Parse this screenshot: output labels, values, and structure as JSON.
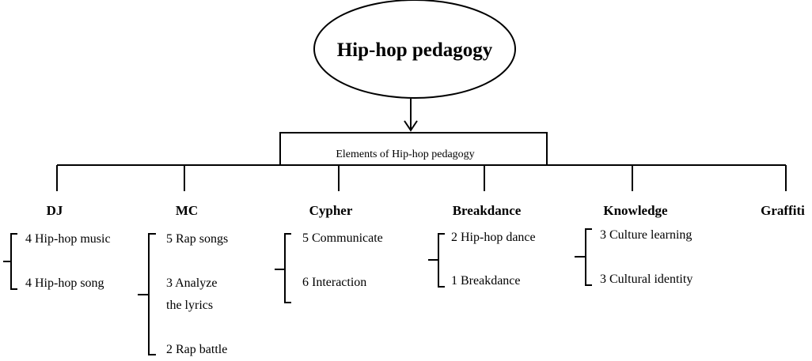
{
  "diagram": {
    "root": "Hip-hop pedagogy",
    "elements_label": "Elements of Hip-hop pedagogy",
    "categories": [
      {
        "name": "DJ",
        "items": [
          "4 Hip-hop music",
          "4 Hip-hop song"
        ]
      },
      {
        "name": "MC",
        "items": [
          "5 Rap songs",
          "3 Analyze the lyrics",
          "2 Rap battle"
        ]
      },
      {
        "name": "Cypher",
        "items": [
          "5 Communicate",
          "6 Interaction"
        ]
      },
      {
        "name": "Breakdance",
        "items": [
          "2 Hip-hop dance",
          "1 Breakdance"
        ]
      },
      {
        "name": "Knowledge",
        "items": [
          "3 Culture learning",
          "3 Cultural identity"
        ]
      },
      {
        "name": "Graffiti",
        "items": []
      }
    ]
  }
}
